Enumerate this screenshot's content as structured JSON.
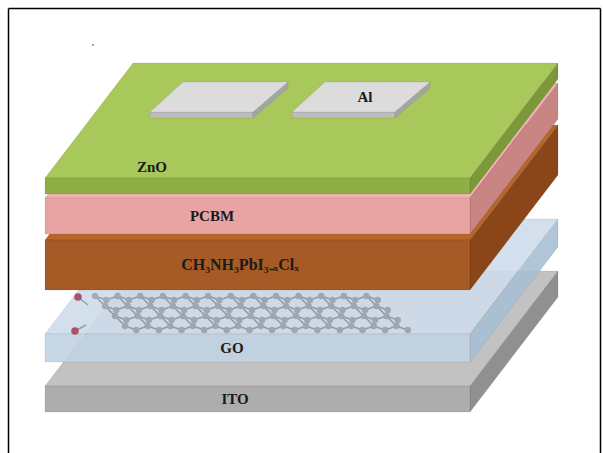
{
  "diagram": {
    "nodes": [
      {
        "text": [
          "ZnO"
        ]
      },
      {
        "text": [
          "Al"
        ],
        "in": 0
      },
      {
        "text": [
          "PCBM"
        ]
      },
      {
        "text": [
          "CH₃NH₃PbI₃₋ₓClₓ"
        ]
      },
      {
        "text": [
          "GO"
        ]
      },
      {
        "text": [
          "ITO"
        ]
      }
    ]
  }
}
